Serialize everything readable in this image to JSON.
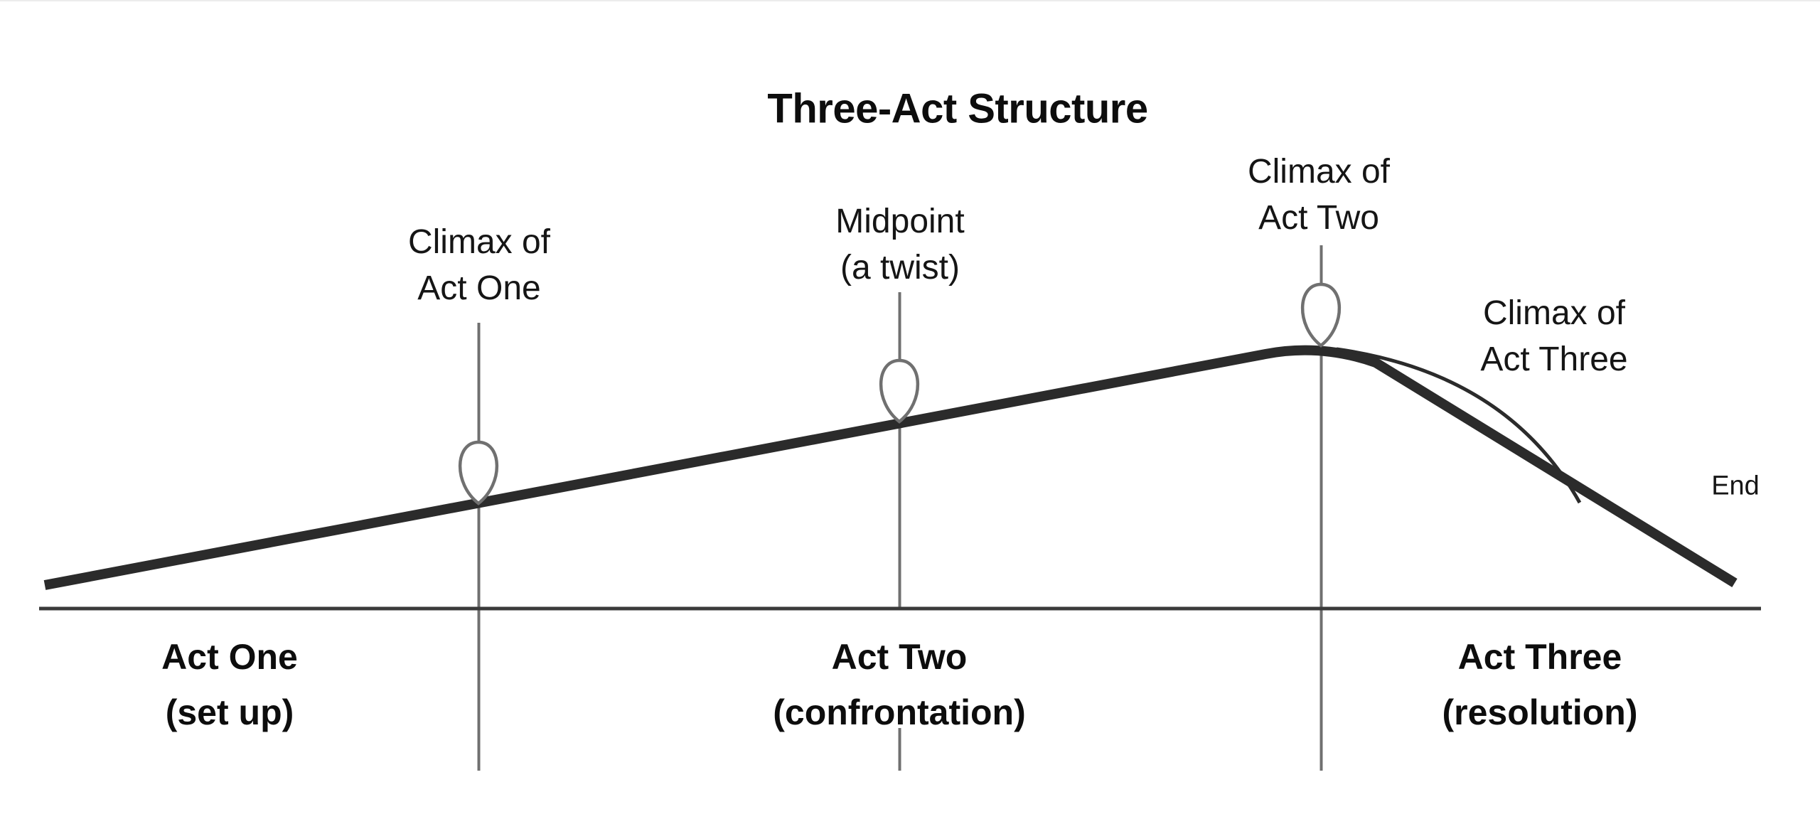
{
  "title": "Three-Act Structure",
  "annotations": {
    "climax_act_one": {
      "line1": "Climax of",
      "line2": "Act One"
    },
    "midpoint": {
      "line1": "Midpoint",
      "line2": "(a twist)"
    },
    "climax_act_two": {
      "line1": "Climax of",
      "line2": "Act Two"
    },
    "climax_act_three": {
      "line1": "Climax of",
      "line2": "Act Three"
    },
    "end": "End"
  },
  "acts": [
    {
      "name": "Act One",
      "subtitle": "(set up)"
    },
    {
      "name": "Act Two",
      "subtitle": "(confrontation)"
    },
    {
      "name": "Act Three",
      "subtitle": "(resolution)"
    }
  ],
  "colors": {
    "background": "#ffffff",
    "plot_line": "#2b2b2b",
    "baseline": "#3a3a3a",
    "marker_gray": "#707070",
    "text": "#111111"
  }
}
